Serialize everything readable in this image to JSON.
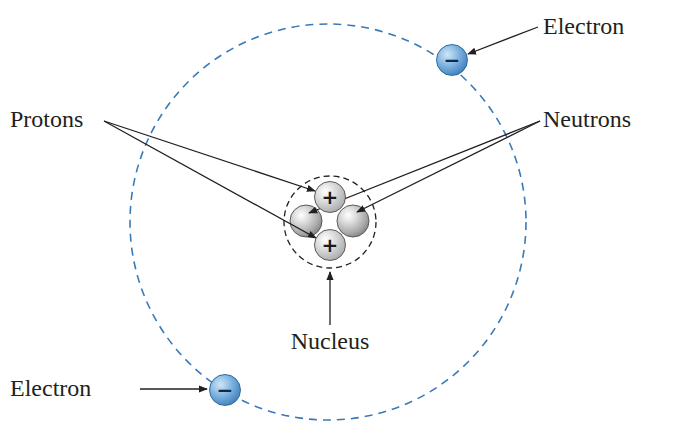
{
  "diagram": {
    "nodes": [
      {
        "text": [
          "−"
        ]
      },
      {
        "text": [
          "+"
        ]
      },
      {
        "text": [
          "+"
        ]
      },
      {
        "text": [
          "−"
        ]
      }
    ],
    "labels": [
      "Electron",
      "Protons",
      "Neutrons",
      "Nucleus",
      "Electron"
    ]
  }
}
